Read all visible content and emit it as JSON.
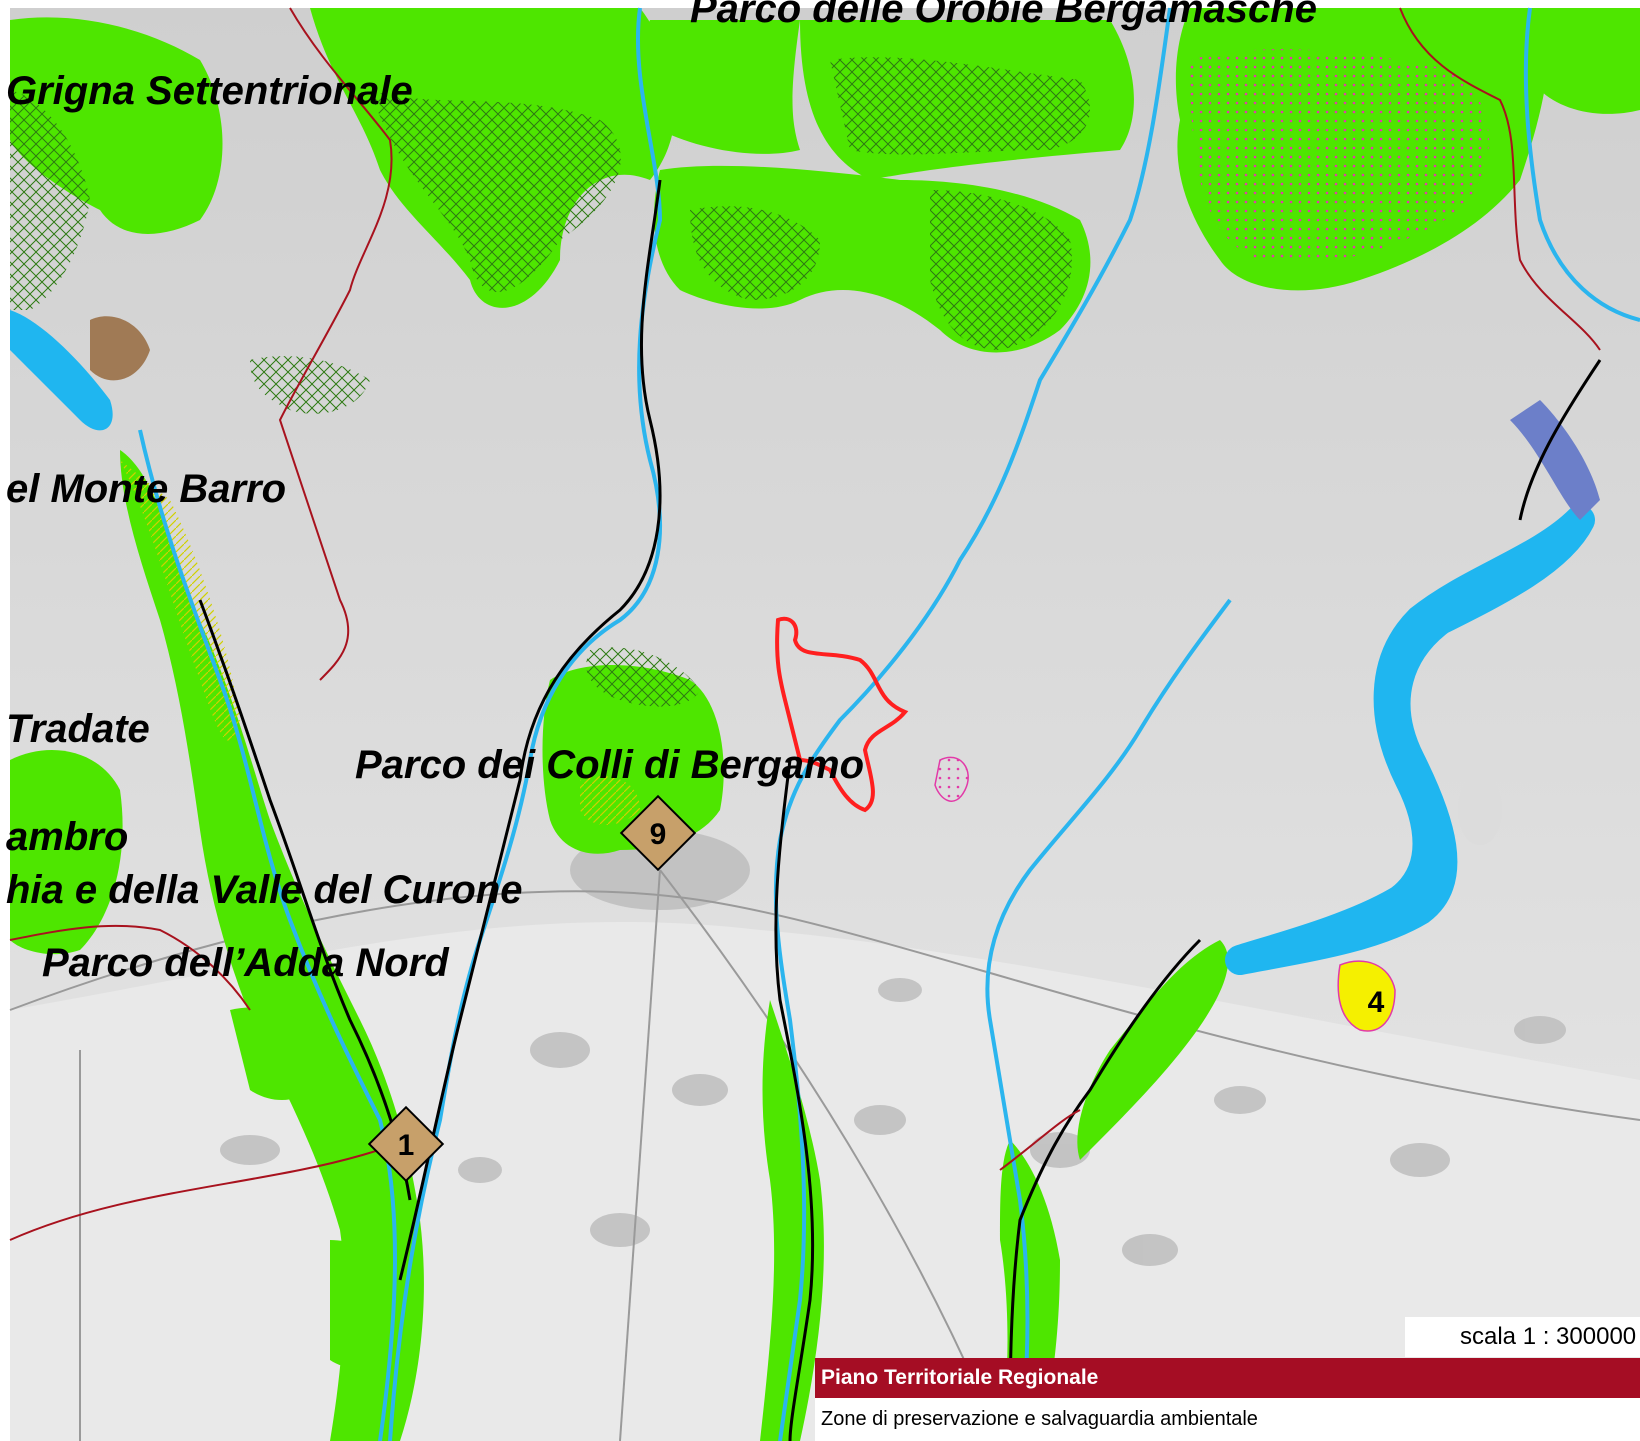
{
  "map": {
    "labels": {
      "orobie": "Parco delle Orobie Bergamasche",
      "grigna": "Grigna Settentrionale",
      "barro": "el Monte Barro",
      "tradate": "Tradate",
      "colli": "Parco dei Colli di Bergamo",
      "lambro": "ambro",
      "curone": "hia e della Valle del Curone",
      "adda": "Parco dell’Adda Nord"
    },
    "markers": {
      "m1": "1",
      "m4": "4",
      "m9": "9"
    },
    "colors": {
      "park_green": "#4ee600",
      "river_blue": "#2bb5ee",
      "lake_blue": "#1fb6f0",
      "relief_grey": "#dcdcdc",
      "boundary_red": "#a8121e",
      "highlight_red": "#ff1f1f",
      "marker_fill": "#c7a06a"
    }
  },
  "scale": {
    "text": "scala 1 : 300000"
  },
  "legend": {
    "title": "Piano Territoriale Regionale",
    "subtitle": "Zone di preservazione e salvaguardia ambientale"
  }
}
